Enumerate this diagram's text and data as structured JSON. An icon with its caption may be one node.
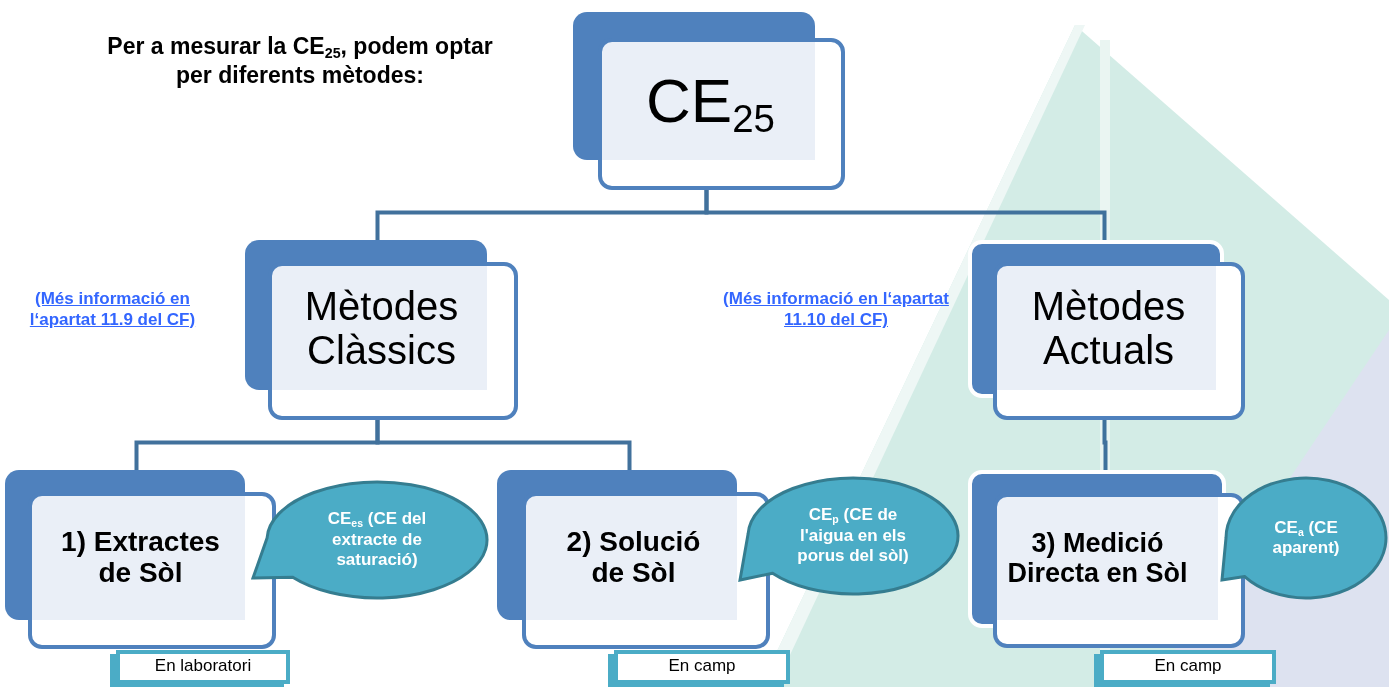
{
  "diagram": {
    "title": "Per a mesurar la CE$_{25}$, podem optar per diferents mètodes:",
    "nodes": [
      {
        "text": [
          "CE$_{25}$"
        ]
      },
      {
        "text": [
          "Mètodes Clàssics"
        ]
      },
      {
        "text": [
          "Mètodes Actuals"
        ]
      },
      {
        "text": [
          "1) Extractes de Sòl"
        ]
      },
      {
        "text": [
          "CE$_{es}$ (CE del extracte de saturació)"
        ]
      },
      {
        "text": [
          "En laboratori"
        ]
      },
      {
        "text": [
          "2) Solució de Sòl"
        ]
      },
      {
        "text": [
          "CE$_{p}$ (CE de l'aigua en els porus del sòl)"
        ]
      },
      {
        "text": [
          "En camp"
        ]
      },
      {
        "text": [
          "3) Medició Directa en Sòl"
        ]
      },
      {
        "text": [
          "CE$_{a}$ (CE aparent)"
        ]
      },
      {
        "text": [
          "En camp"
        ]
      }
    ],
    "edges": [
      {
        "from": 0,
        "to": 1,
        "arrow": "none"
      },
      {
        "from": 0,
        "to": 2,
        "arrow": "none"
      },
      {
        "from": 1,
        "to": 3,
        "arrow": "none"
      },
      {
        "from": 1,
        "to": 6,
        "arrow": "none"
      },
      {
        "from": 2,
        "to": 9,
        "arrow": "none"
      }
    ],
    "labels": [
      "(Més informació en l‘apartat 11.9 del CF)",
      "(Més informació en l‘apartat 11.10 del CF)"
    ]
  }
}
